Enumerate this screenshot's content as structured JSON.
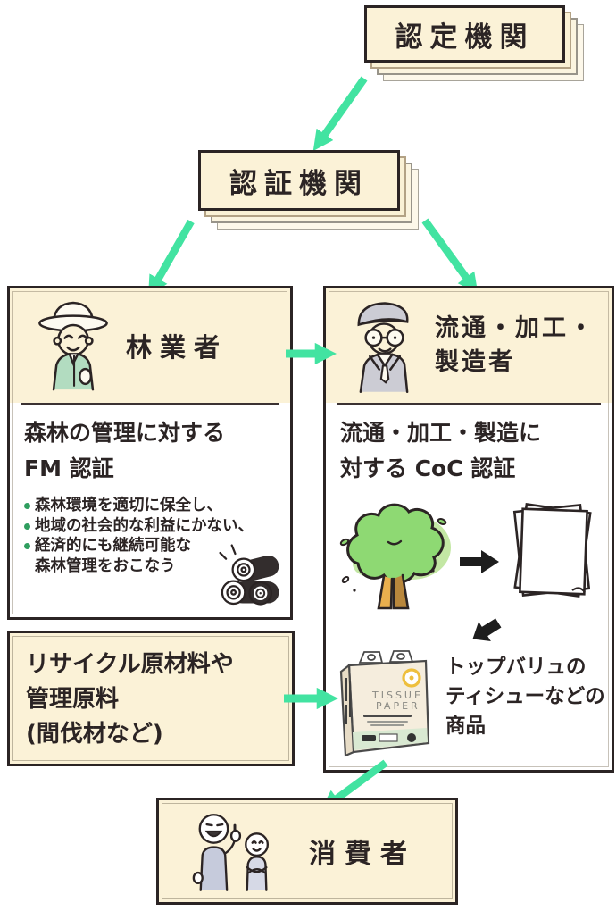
{
  "diagram": {
    "accreditation": {
      "label": "認定機関"
    },
    "certification": {
      "label": "認証機関"
    },
    "forestry": {
      "label": "林業者",
      "cert_line1": "森林の管理に対する",
      "cert_line2": "FM 認証",
      "bullets": [
        {
          "line1": "森林環境を適切に保全し、"
        },
        {
          "line1": "地域の社会的な利益にかない、"
        },
        {
          "line1": "経済的にも継続可能な",
          "line2": "森林管理をおこなう"
        }
      ]
    },
    "manufacturer": {
      "label_line1": "流通・加工・",
      "label_line2": "製造者",
      "cert_line1": "流通・加工・製造に",
      "cert_line2": "対する CoC 認証",
      "caption_line1": "トップバリュの",
      "caption_line2": "ティシューなどの",
      "caption_line3": "商品",
      "package": {
        "brand_line1": "TISSUE",
        "brand_line2": "PAPER"
      }
    },
    "materials": {
      "line1": "リサイクル原材料や",
      "line2": "管理原料",
      "line3": "(間伐材など)"
    },
    "consumer": {
      "label": "消費者"
    },
    "colors": {
      "box_fill": "#fbf2d7",
      "box_border": "#2b2424",
      "arrow_green": "#42e3a1",
      "bullet_green": "#2f9e5f",
      "tree_green": "#8ed973",
      "trunk_brown": "#b9873c"
    }
  }
}
